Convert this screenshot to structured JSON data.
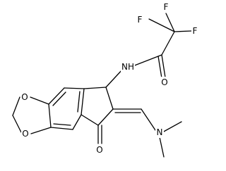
{
  "molecule": {
    "atoms": {
      "f1": "F",
      "f2": "F",
      "f3": "F",
      "nh": "NH",
      "o_amide": "O",
      "o_diox1": "O",
      "o_diox2": "O",
      "n_amine": "N",
      "o_ketone": "O"
    }
  }
}
